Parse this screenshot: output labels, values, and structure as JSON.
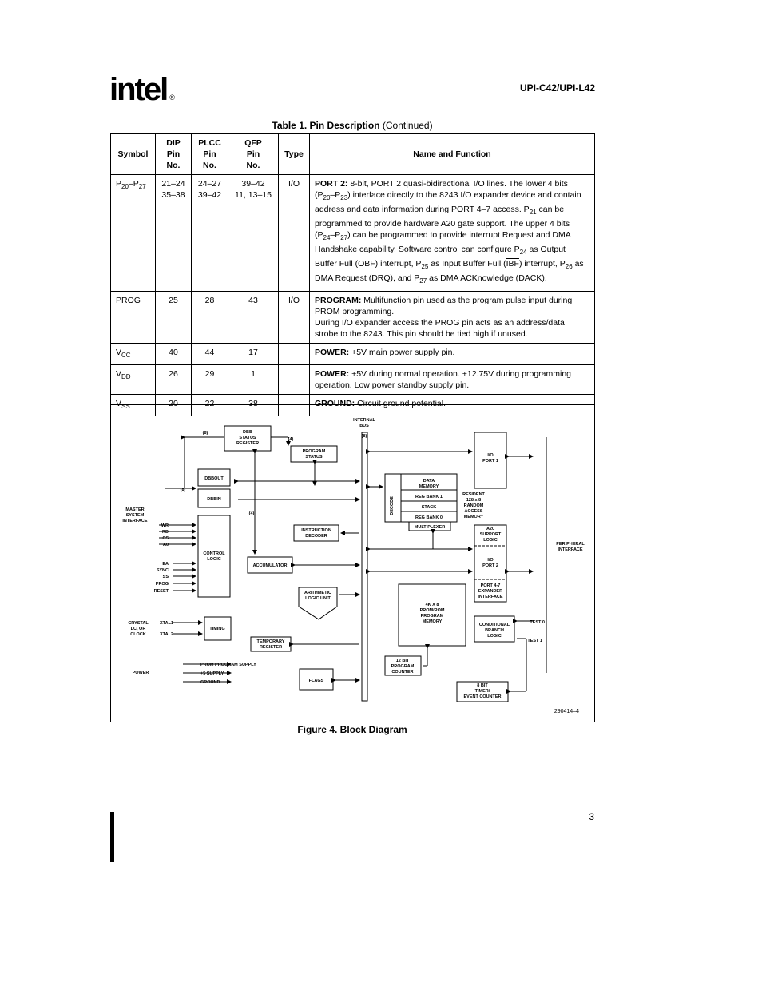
{
  "header": {
    "logo_text": "intel",
    "logo_reg": "®",
    "doc_id": "UPI-C42/UPI-L42"
  },
  "table": {
    "title_bold": "Table 1. Pin Description",
    "title_rest": " (Continued)",
    "columns": {
      "symbol": "Symbol",
      "dip": [
        "DIP",
        "Pin",
        "No."
      ],
      "plcc": [
        "PLCC",
        "Pin",
        "No."
      ],
      "qfp": [
        "QFP",
        "Pin",
        "No."
      ],
      "type": "Type",
      "name": "Name and Function"
    },
    "rows": {
      "p2": {
        "dip": [
          "21–24",
          "35–38"
        ],
        "plcc": [
          "24–27",
          "39–42"
        ],
        "qfp": [
          "39–42",
          "11, 13–15"
        ],
        "type": "I/O",
        "name_bold": "PORT 2:"
      },
      "prog": {
        "symbol": "PROG",
        "dip": "25",
        "plcc": "28",
        "qfp": "43",
        "type": "I/O",
        "name_bold": "PROGRAM:",
        "text1": " Multifunction pin used as the program pulse input during PROM programming.",
        "text2": "During I/O expander access the PROG pin acts as an address/data strobe to the 8243. This pin should be tied high if unused."
      },
      "vcc": {
        "symbol_main": "V",
        "symbol_sub": "CC",
        "dip": "40",
        "plcc": "44",
        "qfp": "17",
        "type": "",
        "name_bold": "POWER:",
        "text": " +5V main power supply pin."
      },
      "vdd": {
        "symbol_main": "V",
        "symbol_sub": "DD",
        "dip": "26",
        "plcc": "29",
        "qfp": "1",
        "type": "",
        "name_bold": "POWER:",
        "text": " +5V during normal operation. +12.75V during programming operation. Low power standby supply pin."
      },
      "vss": {
        "symbol_main": "V",
        "symbol_sub": "SS",
        "dip": "20",
        "plcc": "22",
        "qfp": "38",
        "type": "",
        "name_bold": "GROUND:",
        "text": " Circuit ground potential."
      }
    }
  },
  "diagram": {
    "internal_bus": [
      "INTERNAL",
      "BUS"
    ],
    "bus_width": "(8)",
    "dbb_status": [
      "DBB",
      "STATUS",
      "REGISTER"
    ],
    "program_status": [
      "PROGRAM",
      "STATUS"
    ],
    "dbbout": "DBBOUT",
    "dbbin": "DBBIN",
    "control_logic": [
      "CONTROL",
      "LOGIC"
    ],
    "timing": "TIMING",
    "instruction_decoder": [
      "INSTRUCTION",
      "DECODER"
    ],
    "accumulator": "ACCUMULATOR",
    "alu": [
      "ARITHMETIC",
      "LOGIC UNIT"
    ],
    "temp_register": [
      "TEMPORARY",
      "REGISTER"
    ],
    "flags": "FLAGS",
    "decode": "DECODE",
    "data_memory": [
      "DATA",
      "MEMORY"
    ],
    "reg_bank_1": "REG BANK 1",
    "stack": "STACK",
    "reg_bank_0": "REG BANK 0",
    "multiplexer": "MULTIPLEXER",
    "resident_ram": [
      "RESIDENT",
      "128 x 8",
      "RANDOM",
      "ACCESS",
      "MEMORY"
    ],
    "prom": [
      "4K X 8",
      "PROM/ROM",
      "PROGRAM",
      "MEMORY"
    ],
    "program_counter": [
      "12 BIT",
      "PROGRAM",
      "COUNTER"
    ],
    "timer": [
      "8 BIT",
      "TIMER/",
      "EVENT COUNTER"
    ],
    "io_port1": [
      "I/O",
      "PORT 1"
    ],
    "a20": [
      "A20",
      "SUPPORT",
      "LOGIC"
    ],
    "io_port2": [
      "I/O",
      "PORT 2"
    ],
    "port47": [
      "PORT 4-7",
      "EXPANDER",
      "INTERFACE"
    ],
    "cond_branch": [
      "CONDITIONAL",
      "BRANCH",
      "LOGIC"
    ],
    "peripheral_interface": [
      "PERIPHERAL",
      "INTERFACE"
    ],
    "master_interface": [
      "MASTER",
      "SYSTEM",
      "INTERFACE"
    ],
    "crystal": [
      "CRYSTAL",
      "LC, OR",
      "CLOCK"
    ],
    "power": "POWER",
    "pins_left": [
      "WR",
      "RD",
      "CS",
      "A0"
    ],
    "pins_ctrl": [
      "EA",
      "SYNC",
      "SS",
      "PROG",
      "RESET"
    ],
    "xtal": [
      "XTAL1",
      "XTAL2"
    ],
    "supplies": [
      "PROM PROGRAM SUPPLY",
      "+5 SUPPLY",
      "GROUND"
    ],
    "test0": "TEST 0",
    "test1": "TEST 1",
    "width4": "(4)",
    "fig_number": "290414–4"
  },
  "figure_caption": "Figure 4. Block Diagram",
  "page_number": "3"
}
